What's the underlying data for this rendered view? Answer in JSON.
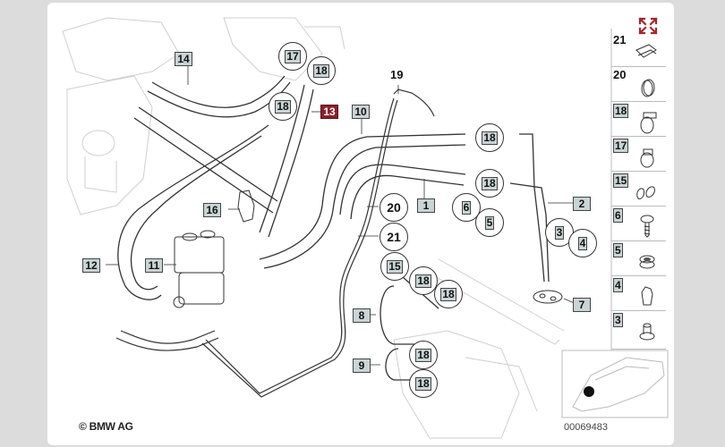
{
  "diagram": {
    "title": "Heater hoses parts diagram",
    "copyright": "© BMW AG",
    "diagram_id": "00069483",
    "expand_button": {
      "icon": "expand-icon",
      "color": "#a5252f"
    },
    "callouts_square": [
      {
        "id": "14",
        "label": "14"
      },
      {
        "id": "13",
        "label": "13",
        "highlighted": true,
        "color": "#8c1f2a"
      },
      {
        "id": "10",
        "label": "10"
      },
      {
        "id": "16",
        "label": "16"
      },
      {
        "id": "12",
        "label": "12"
      },
      {
        "id": "11",
        "label": "11"
      },
      {
        "id": "1",
        "label": "1"
      },
      {
        "id": "2",
        "label": "2"
      },
      {
        "id": "7",
        "label": "7"
      },
      {
        "id": "8",
        "label": "8"
      },
      {
        "id": "9",
        "label": "9"
      }
    ],
    "callouts_circle": [
      {
        "id": "17a",
        "label": "17"
      },
      {
        "id": "18a",
        "label": "18"
      },
      {
        "id": "18b",
        "label": "18"
      },
      {
        "id": "18c",
        "label": "18"
      },
      {
        "id": "18d",
        "label": "18"
      },
      {
        "id": "6",
        "label": "6"
      },
      {
        "id": "5",
        "label": "5"
      },
      {
        "id": "3",
        "label": "3"
      },
      {
        "id": "4",
        "label": "4"
      },
      {
        "id": "20",
        "label": "20",
        "plain": true
      },
      {
        "id": "21",
        "label": "21",
        "plain": true
      },
      {
        "id": "15",
        "label": "15"
      },
      {
        "id": "18e",
        "label": "18"
      },
      {
        "id": "18f",
        "label": "18"
      },
      {
        "id": "18g",
        "label": "18"
      },
      {
        "id": "18h",
        "label": "18"
      }
    ],
    "plain_labels": [
      {
        "id": "19",
        "label": "19"
      }
    ]
  },
  "legend": {
    "items": [
      {
        "num": "21",
        "boxed": false,
        "icon": "clip-icon"
      },
      {
        "num": "20",
        "boxed": false,
        "icon": "hose-clamp-icon"
      },
      {
        "num": "18",
        "boxed": true,
        "icon": "worm-clamp-icon"
      },
      {
        "num": "17",
        "boxed": true,
        "icon": "worm-clamp-icon"
      },
      {
        "num": "15",
        "boxed": true,
        "icon": "hose-holder-icon"
      },
      {
        "num": "6",
        "boxed": true,
        "icon": "screw-icon"
      },
      {
        "num": "5",
        "boxed": true,
        "icon": "grommet-icon"
      },
      {
        "num": "4",
        "boxed": true,
        "icon": "clip-nut-icon"
      },
      {
        "num": "3",
        "boxed": true,
        "icon": "rivet-icon"
      }
    ]
  },
  "locator": {
    "icon": "car-locator-icon",
    "marker": "front-left engine bay"
  }
}
